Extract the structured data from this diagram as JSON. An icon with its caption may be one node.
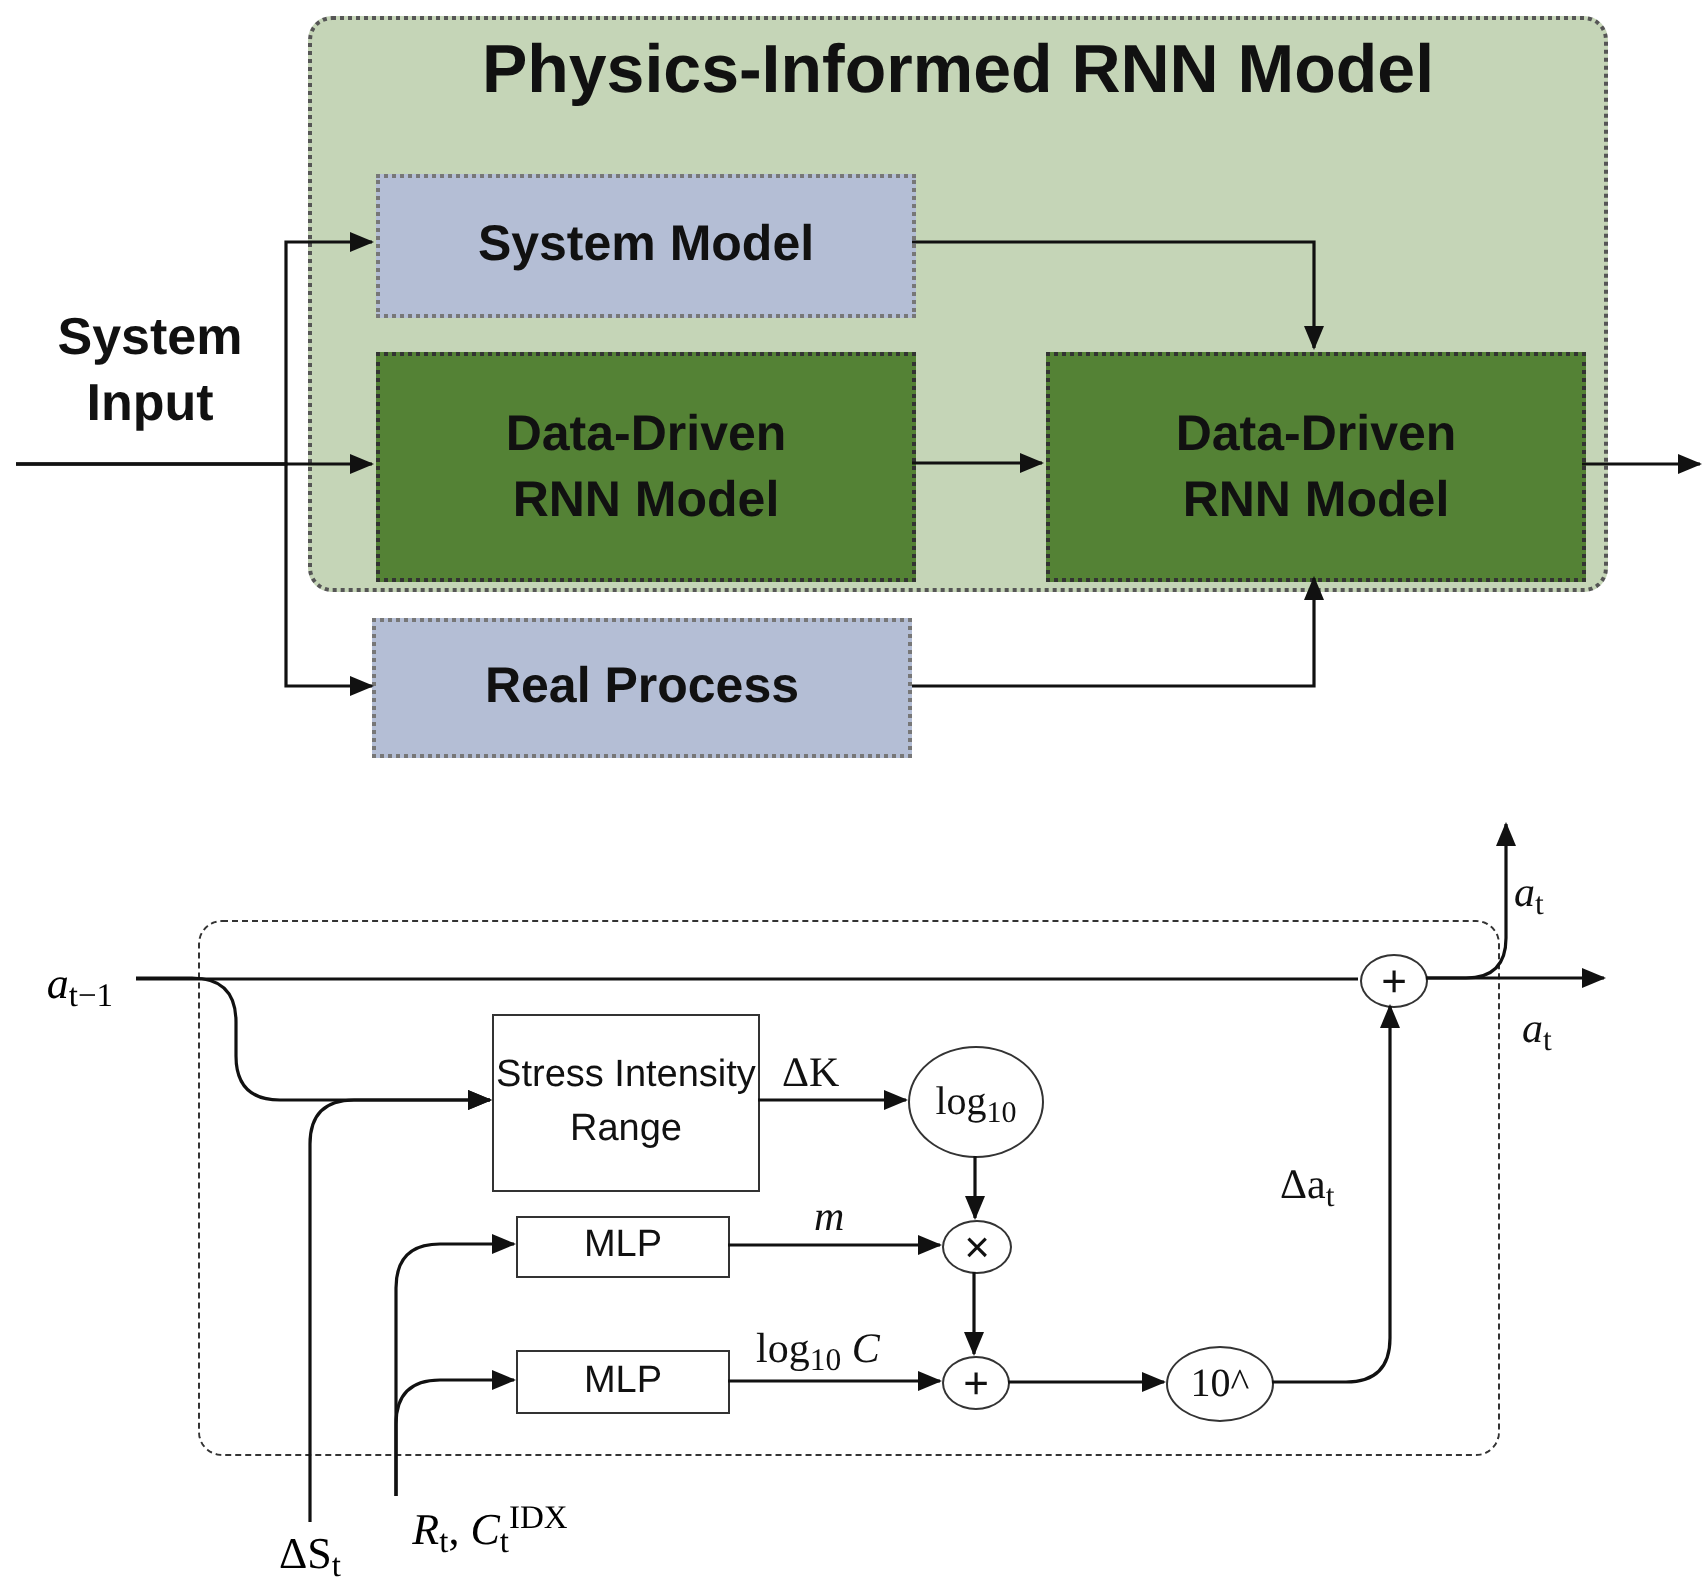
{
  "diagram": {
    "nodes": [
      {
        "text": [
          "Physics-Informed RNN Model"
        ]
      },
      {
        "text": [
          "System Model"
        ],
        "in": 0
      },
      {
        "text": [
          "Data-Driven RNN Model"
        ],
        "in": 0
      },
      {
        "text": [
          "Data-Driven RNN Model"
        ],
        "in": 0
      },
      {
        "text": [
          "Real Process"
        ]
      },
      {
        "text": [],
        "shape": "box"
      },
      {
        "text": [
          "*a*$_{t−1}$"
        ]
      },
      {
        "text": [
          "Stress Intensity Range"
        ],
        "in": 5
      },
      {
        "text": [
          "log$_{10}$"
        ],
        "in": 5
      },
      {
        "text": [
          "MLP"
        ],
        "in": 5
      },
      {
        "text": [
          "×"
        ],
        "in": 5
      },
      {
        "text": [
          "MLP"
        ],
        "in": 5
      },
      {
        "text": [
          "+"
        ],
        "in": 5
      },
      {
        "text": [
          "10^"
        ],
        "in": 5
      },
      {
        "text": [
          "+"
        ],
        "in": 5
      },
      {
        "text": [
          "ΔS$_{t}$"
        ]
      },
      {
        "text": [
          "*R*$_{t}$, *C*$_{t}$$^{IDX}$"
        ]
      }
    ],
    "edges": [
      {
        "from": null,
        "to": 2,
        "arrow": "to"
      },
      {
        "from": null,
        "to": 1,
        "arrow": "to"
      },
      {
        "from": null,
        "to": 4,
        "arrow": "to"
      },
      {
        "from": 1,
        "to": 3,
        "arrow": "to"
      },
      {
        "from": 2,
        "to": 3,
        "arrow": "to"
      },
      {
        "from": 4,
        "to": 3,
        "arrow": "to"
      },
      {
        "from": 3,
        "to": null,
        "arrow": "to"
      },
      {
        "from": 6,
        "to": 14,
        "arrow": "none"
      },
      {
        "from": 6,
        "to": 7,
        "arrow": "to"
      },
      {
        "from": 15,
        "to": 7,
        "arrow": "to"
      },
      {
        "from": 16,
        "to": 9,
        "arrow": "to"
      },
      {
        "from": 16,
        "to": 11,
        "arrow": "to"
      },
      {
        "from": 7,
        "to": 8,
        "label": "ΔK",
        "arrow": "to"
      },
      {
        "from": 8,
        "to": 10,
        "arrow": "to"
      },
      {
        "from": 9,
        "to": 10,
        "label": "*m*",
        "arrow": "to"
      },
      {
        "from": 10,
        "to": 12,
        "arrow": "to"
      },
      {
        "from": 11,
        "to": 12,
        "label": "log$_{10}$ *C*",
        "arrow": "to"
      },
      {
        "from": 12,
        "to": 13,
        "arrow": "to"
      },
      {
        "from": 13,
        "to": 14,
        "label": "Δa$_{t}$",
        "arrow": "to"
      },
      {
        "from": 14,
        "to": null,
        "label": "*a*$_{t}$",
        "arrow": "to"
      },
      {
        "from": 14,
        "to": null,
        "label": "*a*$_{t}$",
        "arrow": "to"
      }
    ],
    "labels": [
      "System Input"
    ]
  }
}
